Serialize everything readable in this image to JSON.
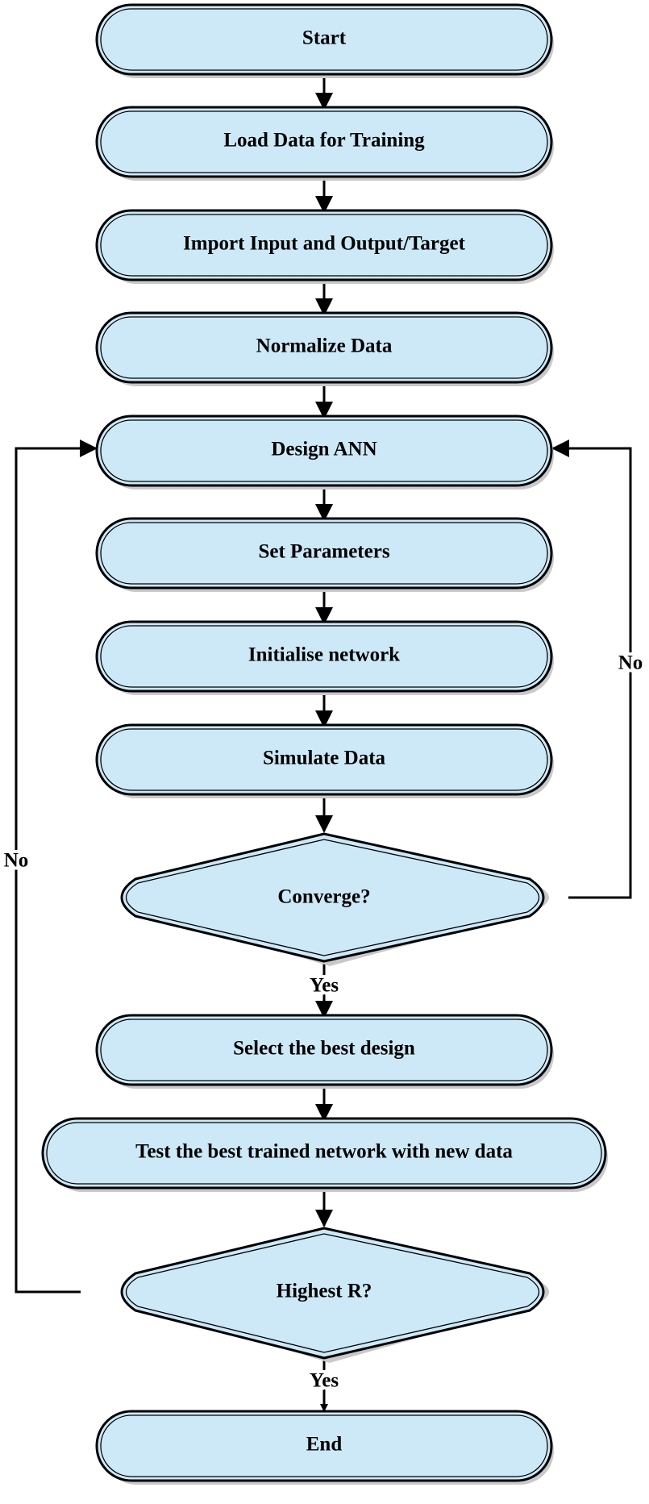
{
  "nodes": {
    "start": "Start",
    "load_data": "Load Data for Training",
    "import_io": "Import Input and Output/Target",
    "normalize": "Normalize Data",
    "design_ann": "Design ANN",
    "set_params": "Set Parameters",
    "init_network": "Initialise network",
    "simulate": "Simulate Data",
    "converge": "Converge?",
    "select_best": "Select the best design",
    "test_best": "Test the best trained network with new data",
    "highest_r": "Highest R?",
    "end": "End"
  },
  "edge_labels": {
    "converge_no": "No",
    "converge_yes": "Yes",
    "highest_no": "No",
    "highest_yes": "Yes"
  },
  "colors": {
    "node_fill": "#cde9f8",
    "node_stroke": "#000000",
    "shadow": "#c9c9c9"
  }
}
